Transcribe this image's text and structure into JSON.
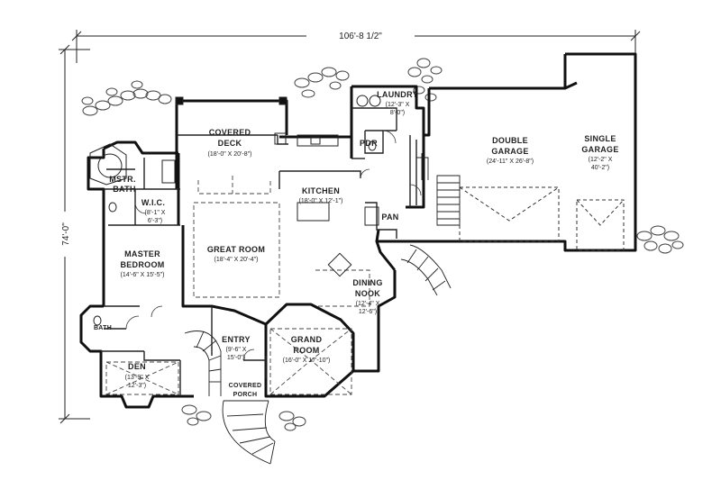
{
  "plan": {
    "overall_width": "106'-8 1/2\"",
    "overall_depth": "74'-0\"",
    "rooms": {
      "covered_deck": {
        "name1": "COVERED",
        "name2": "DECK",
        "dims": "(18'-0\" X 20'-8\")"
      },
      "laundry": {
        "name": "LAUNDRY",
        "dims1": "(12'-3\" X",
        "dims2": "8'-0\")"
      },
      "pdr": {
        "name": "PDR"
      },
      "double_garage": {
        "name1": "DOUBLE",
        "name2": "GARAGE",
        "dims": "(24'-11\" X 26'-8\")"
      },
      "single_garage": {
        "name1": "SINGLE",
        "name2": "GARAGE",
        "dims1": "(12'-2\" X",
        "dims2": "40'-2\")"
      },
      "mstr_bath": {
        "name1": "MSTR.",
        "name2": "BATH"
      },
      "wic": {
        "name": "W.I.C.",
        "dims1": "(8'-1\" X",
        "dims2": "6'-3\")"
      },
      "kitchen": {
        "name": "KITCHEN",
        "dims": "(18'-0\" X 12'-1\")"
      },
      "pan": {
        "name": "PAN"
      },
      "master_bedroom": {
        "name1": "MASTER",
        "name2": "BEDROOM",
        "dims": "(14'-6\" X 15'-5\")"
      },
      "great_room": {
        "name": "GREAT ROOM",
        "dims": "(18'-4\" X 20'-4\")"
      },
      "dining_nook": {
        "name1": "DINING",
        "name2": "NOOK",
        "dims1": "(12'-4\" X",
        "dims2": "12'-6\")"
      },
      "bath": {
        "name": "BATH"
      },
      "entry": {
        "name": "ENTRY",
        "dims1": "(9'-6\" X",
        "dims2": "15'-0\")"
      },
      "grand_room": {
        "name1": "GRAND",
        "name2": "ROOM",
        "dims": "(16'-0\" X 17'-10\")"
      },
      "den": {
        "name": "DEN",
        "dims1": "(13'-9\" X",
        "dims2": "12'-3\")"
      },
      "covered_porch": {
        "name1": "COVERED",
        "name2": "PORCH"
      }
    }
  }
}
